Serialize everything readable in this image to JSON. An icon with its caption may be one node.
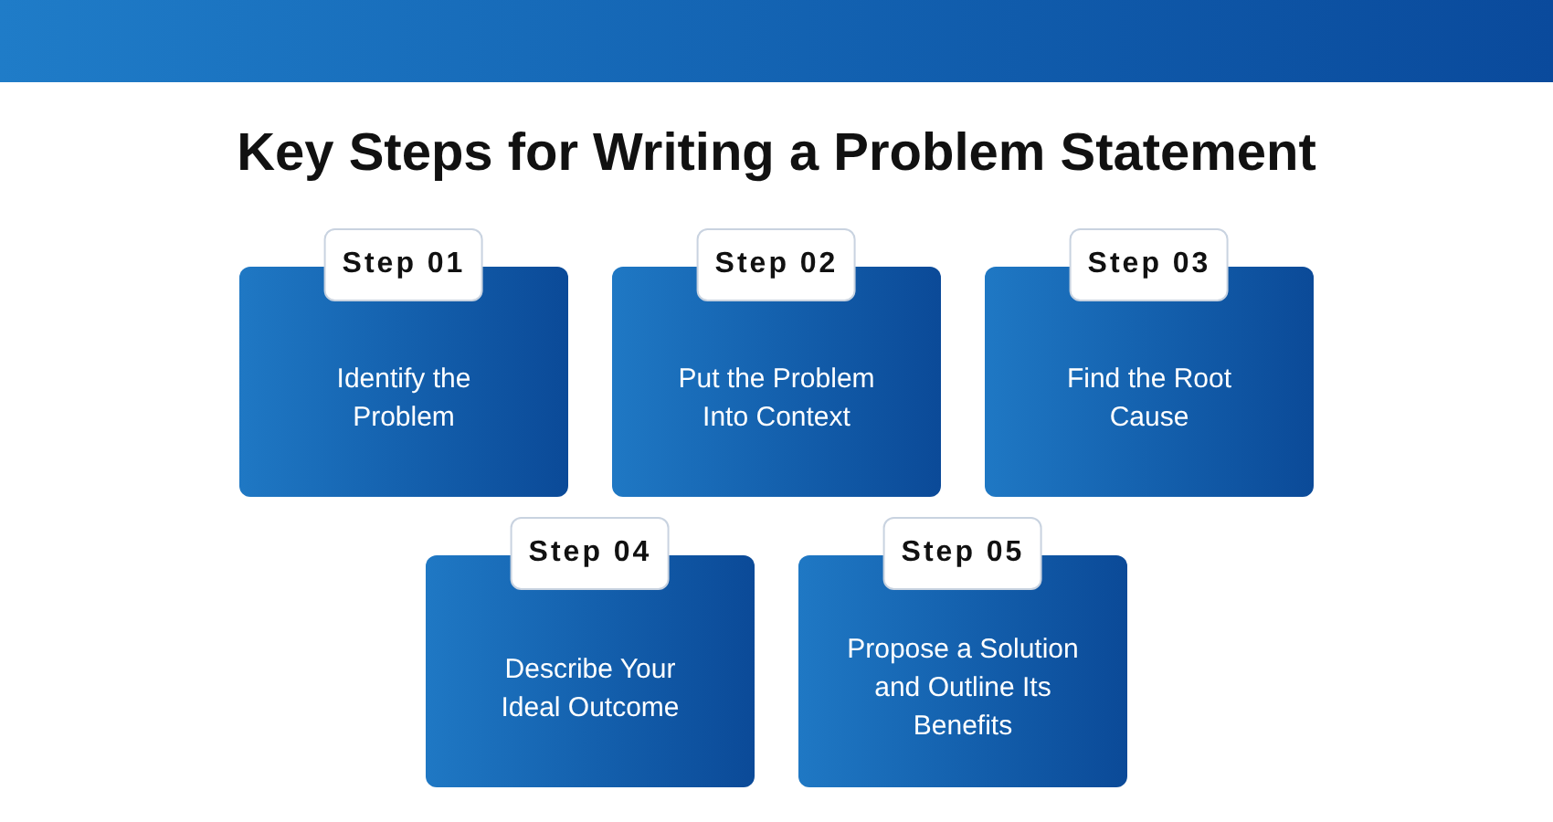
{
  "diagram": {
    "title": "Key Steps for Writing a Problem Statement",
    "nodes": [
      {
        "text": [
          "Step 01",
          "Identify the Problem"
        ]
      },
      {
        "text": [
          "Step 02",
          "Put the Problem Into Context"
        ]
      },
      {
        "text": [
          "Step 03",
          "Find the Root Cause"
        ]
      },
      {
        "text": [
          "Step 04",
          "Describe Your Ideal Outcome"
        ]
      },
      {
        "text": [
          "Step 05",
          "Propose a Solution and Outline Its Benefits"
        ]
      }
    ]
  }
}
